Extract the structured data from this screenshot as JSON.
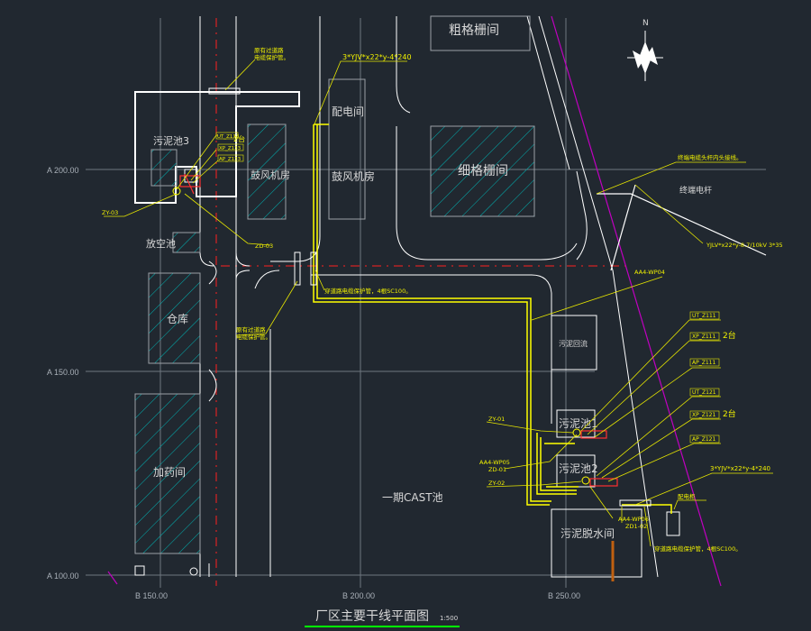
{
  "drawing": {
    "title": "厂区主要干线平面图",
    "scale": "1:500",
    "colors": {
      "background": "#212830",
      "grid": "#6e7780",
      "wall": "#ffffff",
      "cable": "#ffff00",
      "hatch": "#00c8c8",
      "road_center": "#ff2020",
      "equipment": "#ff3030",
      "boundary": "#c000c0",
      "leader": "#e6e600"
    }
  },
  "compass": {
    "label": "N"
  },
  "grid": {
    "a_labels": [
      "A 200.00",
      "A 150.00",
      "A 100.00"
    ],
    "b_labels": [
      "B 150.00",
      "B 200.00",
      "B 250.00"
    ]
  },
  "buildings": {
    "coarse_screen": "粗格栅间",
    "distribution_room": "配电间",
    "blower_left": "鼓风机房",
    "blower_center": "鼓风机房",
    "fine_screen": "细格栅间",
    "sludge_tank_3": "污泥池3",
    "drain_tank": "放空池",
    "warehouse": "仓库",
    "dosing_room": "加药间",
    "cast_tank": "一期CAST池",
    "sludge_tank_1": "污泥池1",
    "sludge_tank_2": "污泥池2",
    "dewatering_room": "污泥脱水间",
    "small_room": "污泥回流"
  },
  "annotations": {
    "road_crossing_top": "原有过道路\n电缆保护管。",
    "cable_spec_top": "3*YJV*x22*y-4*240",
    "ut_z133": "UT_Z133",
    "xp_z133": "XP_Z133",
    "ap_z133": "AP_Z133",
    "qty_z133": "2台",
    "zy03": "ZY-03",
    "zd03": "ZD-03",
    "road_crossing_mid": "穿道路电缆保护管，4根SC100。",
    "road_crossing_left": "原有过道路\n电缆保护管。",
    "pole_note": "终端电缆头杆内头接线。",
    "terminal_pole": "终端电杆",
    "hv_cable_spec": "YJLV*x22*y-8.7/10kV 3*35",
    "aa4_wp04": "AA4-WP04",
    "ut_z111": "UT_Z111",
    "xp_z111": "XP_Z111",
    "ap_z111": "AP_Z111",
    "qty_z111": "2台",
    "ut_z121": "UT_Z121",
    "xp_z121": "XP_Z121",
    "ap_z121": "AP_Z121",
    "qty_z121": "2台",
    "cable_spec_bottom": "3*YJV*x22*y-4*240",
    "zy01": "ZY-01",
    "aa4_wp05": "AA4-WP05",
    "zd01": "ZD-01",
    "zy02": "ZY-02",
    "aa4_wp06": "AA4-WP06",
    "zd02": "ZD1-02",
    "substation_note": "配电柜",
    "road_crossing_bottom": "穿道路电缆保护管，4根SC100。"
  }
}
